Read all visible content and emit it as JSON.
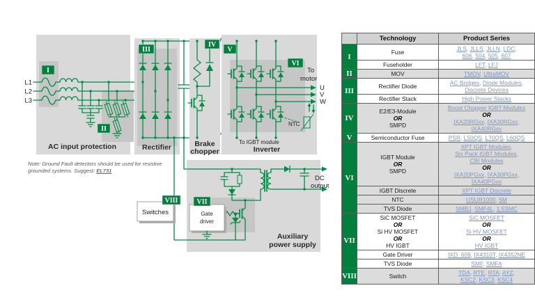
{
  "colors": {
    "accent_green": "#00803C",
    "circuit_green": "#008C43",
    "link_blue": "#7D95C3"
  },
  "diagram": {
    "badges": [
      "I",
      "II",
      "III",
      "IV",
      "V",
      "VI",
      "VII",
      "VIII"
    ],
    "phases": [
      "L1",
      "L2",
      "L3"
    ],
    "sections": {
      "ac_input": "AC input protection",
      "rectifier": "Rectifier",
      "brake_chopper_line1": "Brake",
      "brake_chopper_line2": "chopper",
      "inverter": "Inverter",
      "aux_line1": "Auxiliary",
      "aux_line2": "power supply"
    },
    "labels": {
      "to_motor_line1": "To",
      "to_motor_line2": "motor",
      "outputs": [
        "U",
        "V",
        "W"
      ],
      "ntc": "NTC",
      "to_igbt_module": "To IGBT module",
      "dc_output_line1": "DC",
      "dc_output_line2": "output",
      "gate_driver_line1": "Gate",
      "gate_driver_line2": "driver",
      "switches": "Switches"
    },
    "note": {
      "line1": "Note: Ground Fault detectors should be used for resistive",
      "line2_prefix": "grounded systems. Suggest: ",
      "link": "EL731"
    }
  },
  "table": {
    "headers": {
      "technology": "Technology",
      "product_series": "Product Series"
    },
    "or_label": "OR",
    "groups": [
      {
        "numeral": "I",
        "rows": [
          {
            "technology": [
              "Fuse"
            ],
            "products": [
              [
                "JLS",
                "JLLS",
                "JLLN",
                "LDC"
              ],
              [
                "606",
                "504",
                "505",
                "607"
              ]
            ]
          },
          {
            "technology": [
              "Fuseholder"
            ],
            "products": [
              [
                "LFT",
                "LFJ"
              ]
            ]
          }
        ]
      },
      {
        "numeral": "II",
        "rows": [
          {
            "technology": [
              "MOV"
            ],
            "products": [
              [
                "TMOV",
                "UltraMOV"
              ]
            ]
          }
        ]
      },
      {
        "numeral": "III",
        "rows": [
          {
            "technology": [
              "Rectifier Diode"
            ],
            "products": [
              [
                "AC Bridges",
                "Diode Modules"
              ],
              [
                "Discrete Devices"
              ]
            ]
          },
          {
            "technology": [
              "Rectifier Stack"
            ],
            "products": [
              [
                "High Power Stacks"
              ]
            ]
          }
        ]
      },
      {
        "numeral": "IV",
        "rows": [
          {
            "technology": [
              "E2/E3-Module",
              "OR",
              "SMPD"
            ],
            "products": [
              [
                "Boost Chopper IGBT Modules"
              ],
              "OR",
              [
                "IXA20RGxx",
                "IXA30RGxx"
              ],
              [
                "IXA40RGxx"
              ]
            ]
          }
        ]
      },
      {
        "numeral": "V",
        "rows": [
          {
            "technology": [
              "Semiconductor Fuse"
            ],
            "products": [
              [
                "PSR",
                "L50QS",
                "L70QS",
                "L60QS"
              ]
            ]
          }
        ]
      },
      {
        "numeral": "VI",
        "rows": [
          {
            "technology": [
              "IGBT Module",
              "OR",
              "SMPD"
            ],
            "products": [
              [
                "XPT IGBT Modules"
              ],
              [
                "Six Pack IGBT Modules"
              ],
              [
                "CBI Modules"
              ],
              "OR",
              [
                "IXA20PGxx",
                "IXA30PGxx"
              ],
              [
                "IXA40PGxx"
              ]
            ]
          },
          {
            "technology": [
              "IGBT Discrete"
            ],
            "products": [
              [
                "XPT IGBT Discrete"
              ]
            ]
          },
          {
            "technology": [
              "NTC"
            ],
            "products": [
              [
                "USUR1000",
                "5M"
              ]
            ]
          },
          {
            "technology": [
              "TVS Diode"
            ],
            "products": [
              [
                "SMBJ",
                "SMF4L",
                "1.5SMC"
              ]
            ]
          }
        ]
      },
      {
        "numeral": "VII",
        "rows": [
          {
            "technology": [
              "SiC MOSFET",
              "OR",
              "Si HV MOSFET",
              "OR",
              "HV IGBT"
            ],
            "products": [
              [
                "SiC MOSFET"
              ],
              "OR",
              [
                "Si HV MOSFET"
              ],
              "OR",
              [
                "HV IGBT"
              ]
            ]
          },
          {
            "technology": [
              "Gate Driver"
            ],
            "products": [
              [
                "IXD_609",
                "IX4310T",
                "IX4352NE"
              ]
            ]
          },
          {
            "technology": [
              "TVS Diode"
            ],
            "products": [
              [
                "SMF",
                "SMFA"
              ]
            ]
          }
        ]
      },
      {
        "numeral": "VIII",
        "rows": [
          {
            "technology": [
              "Switch"
            ],
            "products": [
              [
                "TDA",
                "RTE",
                "RTA",
                "AYZ"
              ],
              [
                "KSC2",
                "KSC3",
                "KSC4"
              ]
            ]
          }
        ]
      }
    ]
  }
}
